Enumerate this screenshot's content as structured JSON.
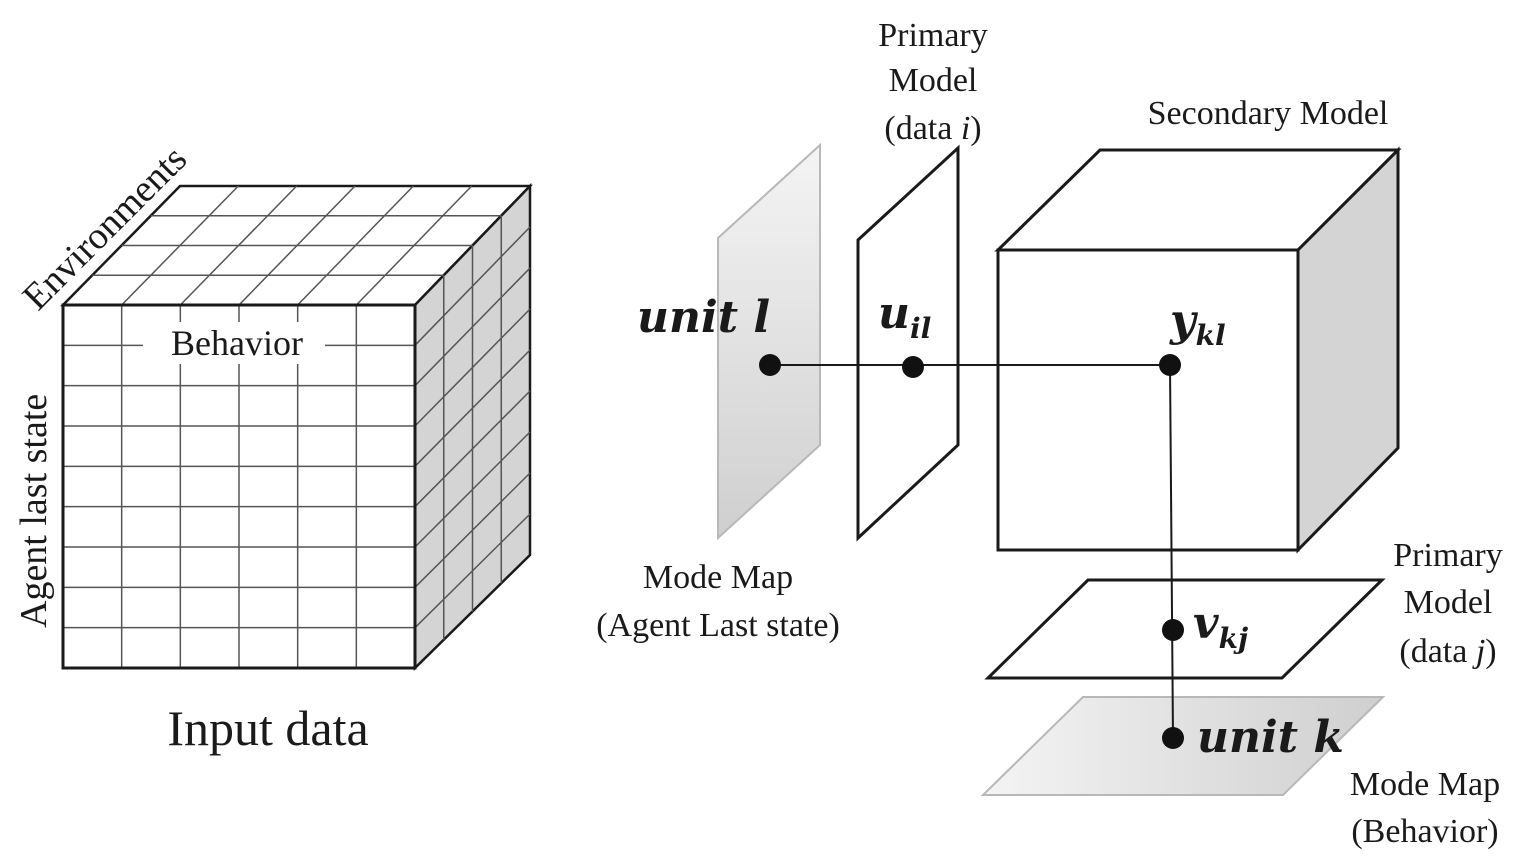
{
  "input_cube": {
    "top_label": "Environments",
    "side_label": "Agent last state",
    "front_label": "Behavior",
    "caption": "Input data"
  },
  "primary_model_i": {
    "line1": "Primary",
    "line2": "Model",
    "line3_open": "(data ",
    "line3_var": "i",
    "line3_close": ")"
  },
  "secondary_model": {
    "label": "Secondary Model"
  },
  "mode_map_agent": {
    "line1": "Mode Map",
    "line2": "(Agent Last state)"
  },
  "primary_model_j": {
    "line1": "Primary",
    "line2": "Model",
    "line3_open": "(data ",
    "line3_var": "j",
    "line3_close": ")"
  },
  "mode_map_behavior": {
    "line1": "Mode Map",
    "line2": "(Behavior)"
  },
  "nodes": {
    "unit_l": "unit l",
    "u_base": "u",
    "u_sub": "il",
    "y_base": "y",
    "y_sub": "kl",
    "v_base": "v",
    "v_sub": "kj",
    "unit_k": "unit k"
  },
  "colors": {
    "stroke": "#1a1a1a",
    "shade": "#d4d4d4",
    "grid": "#555555"
  }
}
